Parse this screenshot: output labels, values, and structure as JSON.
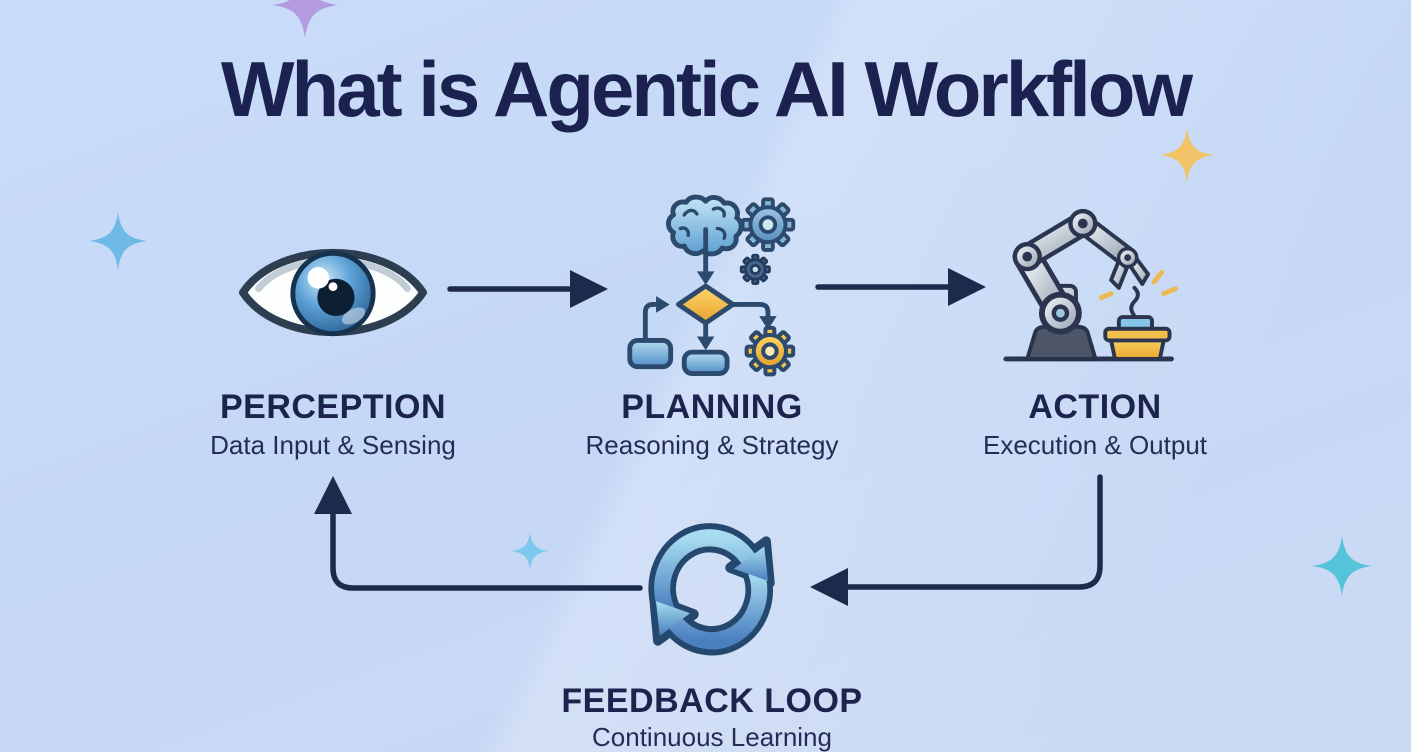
{
  "title": "What is Agentic AI Workflow",
  "stages": [
    {
      "label": "PERCEPTION",
      "sublabel": "Data Input & Sensing",
      "icon": "eye-icon"
    },
    {
      "label": "PLANNING",
      "sublabel": "Reasoning & Strategy",
      "icon": "brain-flowchart-icon"
    },
    {
      "label": "ACTION",
      "sublabel": "Execution & Output",
      "icon": "robot-arm-icon"
    }
  ],
  "feedback": {
    "label": "FEEDBACK LOOP",
    "sublabel": "Continuous Learning",
    "icon": "cycle-arrows-icon"
  },
  "colors": {
    "background": "#c6d9f6",
    "title_text": "#1b2250",
    "label_text": "#1c244e",
    "arrow": "#1e2a4c",
    "icon_blue": "#5b9bd0",
    "icon_yellow": "#f0b64a",
    "icon_outline": "#2b4a6e"
  },
  "decorations": [
    {
      "name": "sparkle-purple-top-left",
      "color": "#b49ae0"
    },
    {
      "name": "sparkle-yellow-top-right",
      "color": "#f2c468"
    },
    {
      "name": "sparkle-blue-left",
      "color": "#6fb9e6"
    },
    {
      "name": "sparkle-blue-center",
      "color": "#7dc9ee"
    },
    {
      "name": "sparkle-teal-right",
      "color": "#55c4da"
    }
  ]
}
